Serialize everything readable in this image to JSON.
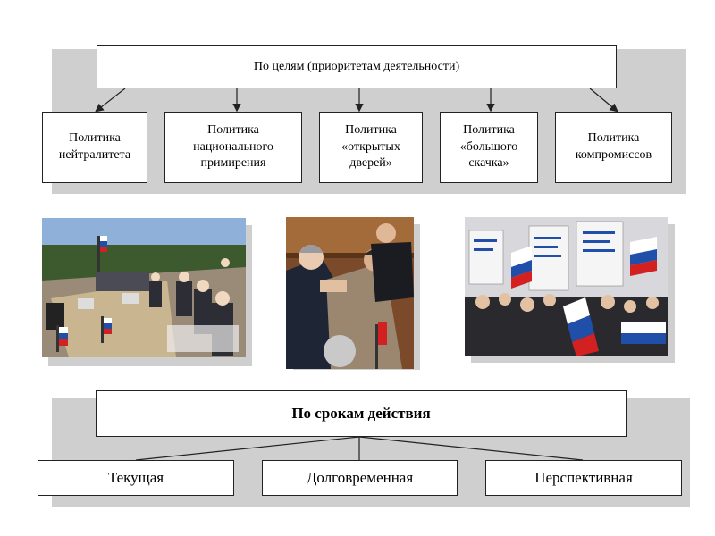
{
  "top_section": {
    "header": "По целям (приоритетам деятельности)",
    "categories": [
      {
        "line1": "Политика",
        "line2": "нейтралитета",
        "line3": ""
      },
      {
        "line1": "Политика",
        "line2": "национального",
        "line3": "примирения"
      },
      {
        "line1": "Политика",
        "line2": "«открытых",
        "line3": "дверей»"
      },
      {
        "line1": "Политика",
        "line2": "«большого",
        "line3": "скачка»"
      },
      {
        "line1": "Политика",
        "line2": "компромиссов",
        "line3": ""
      }
    ]
  },
  "photos": [
    {
      "name": "conference-meeting-photo"
    },
    {
      "name": "parliament-fight-photo"
    },
    {
      "name": "rally-with-flags-photo"
    }
  ],
  "bottom_section": {
    "header": "По срокам действия",
    "categories": [
      "Текущая",
      "Долговременная",
      "Перспективная"
    ]
  },
  "colors": {
    "box_border": "#222222",
    "shadow": "#cfcfcf",
    "flag_white": "#ffffff",
    "flag_blue": "#1f4fa8",
    "flag_red": "#d32020"
  }
}
